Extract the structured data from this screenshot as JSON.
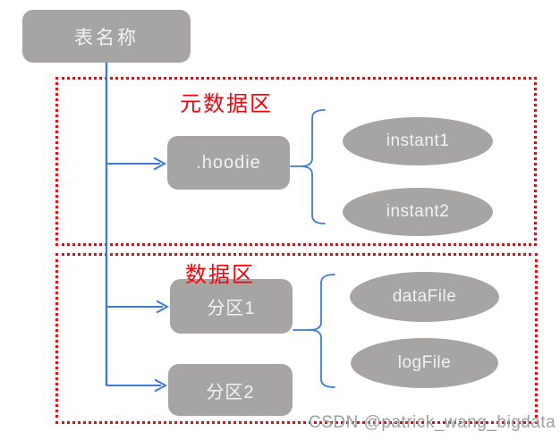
{
  "diagram": {
    "root": {
      "label": "表名称"
    },
    "regions": [
      {
        "label": "元数据区",
        "nodes": [
          {
            "label": ".hoodie"
          }
        ],
        "leaves": [
          {
            "label": "instant1"
          },
          {
            "label": "instant2"
          }
        ]
      },
      {
        "label": "数据区",
        "nodes": [
          {
            "label": "分区1"
          },
          {
            "label": "分区2"
          }
        ],
        "leaves": [
          {
            "label": "dataFile"
          },
          {
            "label": "logFile"
          }
        ]
      }
    ],
    "watermark": "CSDN @patrick_wang_bigdata",
    "colors": {
      "node_fill": "#a7a5a3",
      "node_text": "#f4f2f0",
      "connector_blue": "#3e7bd6",
      "region_border_red": "#fb0008",
      "watermark_gray": "#9e9e9e"
    }
  }
}
